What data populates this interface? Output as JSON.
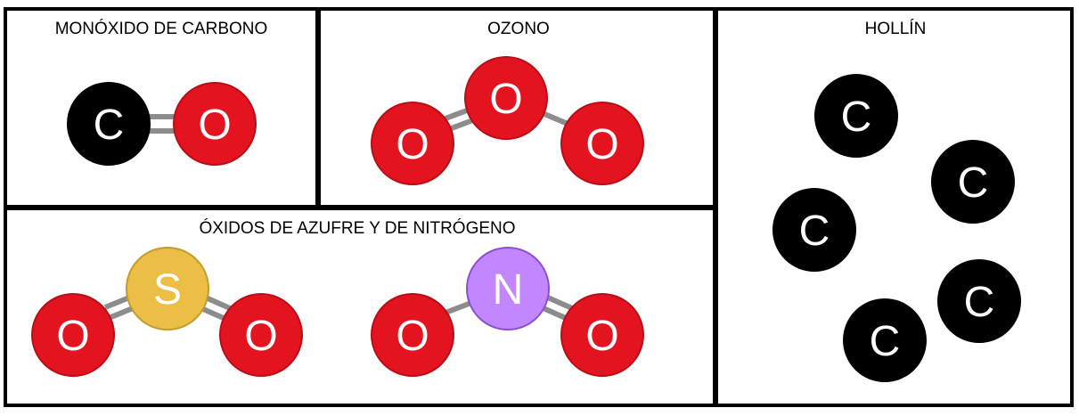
{
  "panels": {
    "co": {
      "title": "MONÓXIDO DE CARBONO"
    },
    "ozone": {
      "title": "OZONO"
    },
    "oxides": {
      "title": "ÓXIDOS DE AZUFRE Y DE NITRÓGENO"
    },
    "soot": {
      "title": "HOLLÍN"
    }
  },
  "atoms": {
    "carbon": {
      "symbol": "C",
      "fill": "#000000",
      "stroke": "#000000"
    },
    "oxygen": {
      "symbol": "O",
      "fill": "#e3131f",
      "stroke": "#b50f18"
    },
    "sulfur": {
      "symbol": "S",
      "fill": "#ebbf45",
      "stroke": "#c29a2c"
    },
    "nitrogen": {
      "symbol": "N",
      "fill": "#c286ff",
      "stroke": "#8a4fd1"
    }
  },
  "bond_color": "#8c8c8c",
  "border_color": "#000000"
}
